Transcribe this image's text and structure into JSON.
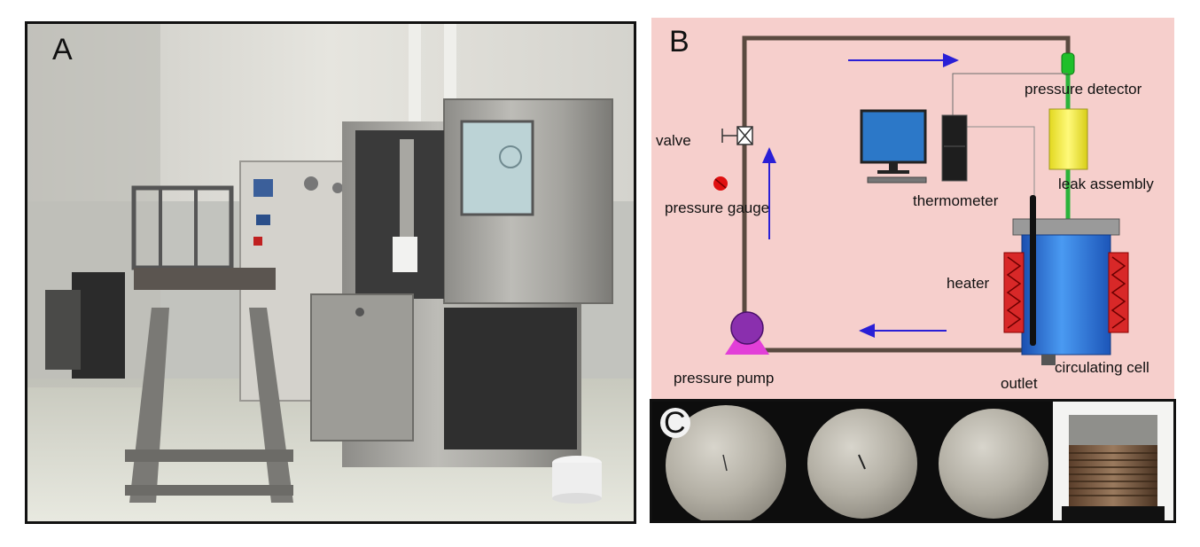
{
  "figure": {
    "panels": {
      "a": {
        "letter": "A"
      },
      "b": {
        "letter": "B"
      },
      "c": {
        "letter": "C"
      }
    },
    "diagram": {
      "labels": {
        "pressure_detector": "pressure detector",
        "valve": "valve",
        "pressure_gauge": "pressure gauge",
        "thermometer": "thermometer",
        "leak_assembly": "leak assembly",
        "heater": "heater",
        "pressure_pump": "pressure pump",
        "outlet": "outlet",
        "circulating_cell": "circulating cell"
      },
      "colors": {
        "background": "#f6cfcc",
        "pipe": "#5a4a40",
        "flow_arrow": "#2a1fd6",
        "detector": "#1fbf2a",
        "leak_assembly": "#f2ec3a",
        "cell": "#2a74e8",
        "heater": "#d82828",
        "pump": "#8a2fae",
        "pump_base": "#e23fd8",
        "gauge": "#e01010"
      }
    }
  }
}
